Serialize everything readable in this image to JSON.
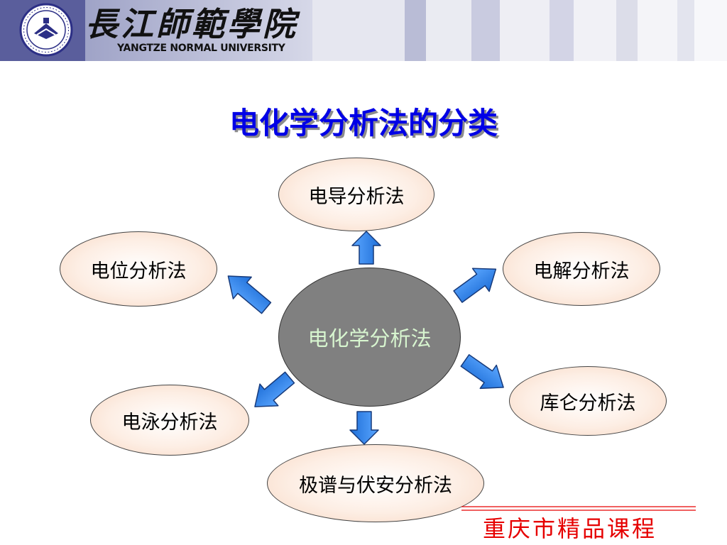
{
  "header": {
    "logo_text_cn": "長江師範學院",
    "logo_text_en": "YANGTZE NORMAL UNIVERSITY"
  },
  "slide": {
    "title": "电化学分析法的分类",
    "center": "电化学分析法",
    "methods": {
      "conductometry": "电导分析法",
      "potentiometry": "电位分析法",
      "electrolysis": "电解分析法",
      "coulometry": "库仑分析法",
      "electrophoresis": "电泳分析法",
      "polarography_voltammetry": "极谱与伏安分析法"
    }
  },
  "footer": {
    "text": "重庆市精品课程"
  },
  "colors": {
    "title": "#0000e6",
    "arrow_fill": "#2f86ec",
    "center_fill": "#808080",
    "footer_text": "#e60000"
  }
}
